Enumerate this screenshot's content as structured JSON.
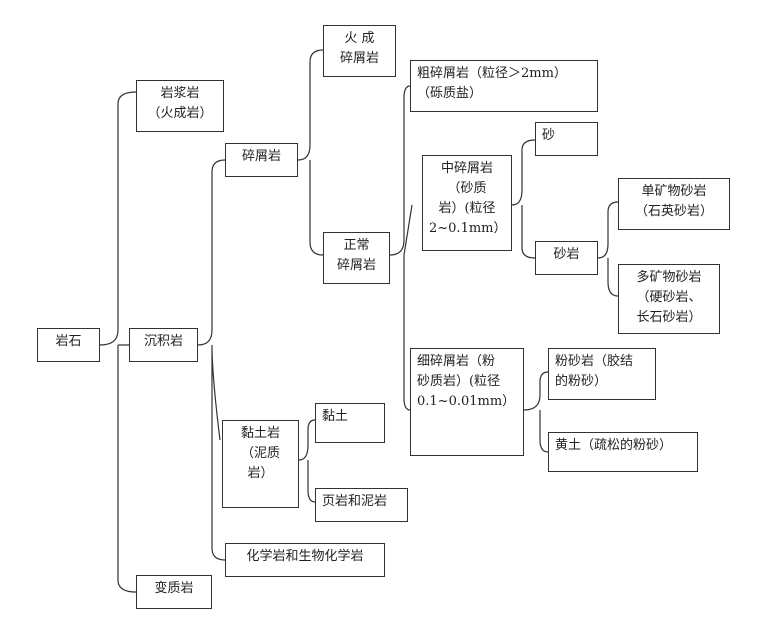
{
  "nodes": {
    "rock": [
      "岩石"
    ],
    "igneous": [
      "岩浆岩",
      "（火成岩）"
    ],
    "sedimentary": [
      "沉积岩"
    ],
    "metamorphic": [
      "变质岩"
    ],
    "clastic": [
      "碎屑岩"
    ],
    "volcanic": [
      "火  成",
      "碎屑岩"
    ],
    "normal": [
      "正常",
      "碎屑岩"
    ],
    "coarse": [
      "粗碎屑岩（粒径＞2mm）",
      "（砾质盐）"
    ],
    "medium": [
      "中碎屑岩",
      "（砂质",
      "岩）(粒径",
      "2~0.1mm）"
    ],
    "sand": [
      "砂"
    ],
    "sandstone": [
      "砂岩"
    ],
    "mono": [
      "单矿物砂岩",
      "（石英砂岩）"
    ],
    "poly": [
      "多矿物砂岩",
      "（硬砂岩、",
      "长石砂岩）"
    ],
    "fine": [
      "细碎屑岩（粉",
      "砂质岩）(粒径",
      "0.1~0.01mm）"
    ],
    "siltstone": [
      "粉砂岩（胶结",
      "的粉砂）"
    ],
    "loess": [
      "黄土（疏松的粉砂）"
    ],
    "clayrock": [
      "黏土岩",
      "（泥质",
      "岩）"
    ],
    "clay": [
      "黏土"
    ],
    "shale": [
      "页岩和泥岩"
    ],
    "chemical": [
      "化学岩和生物化学岩"
    ]
  },
  "colors": {
    "line": "#333333",
    "border": "#333333",
    "text": "#222222"
  }
}
